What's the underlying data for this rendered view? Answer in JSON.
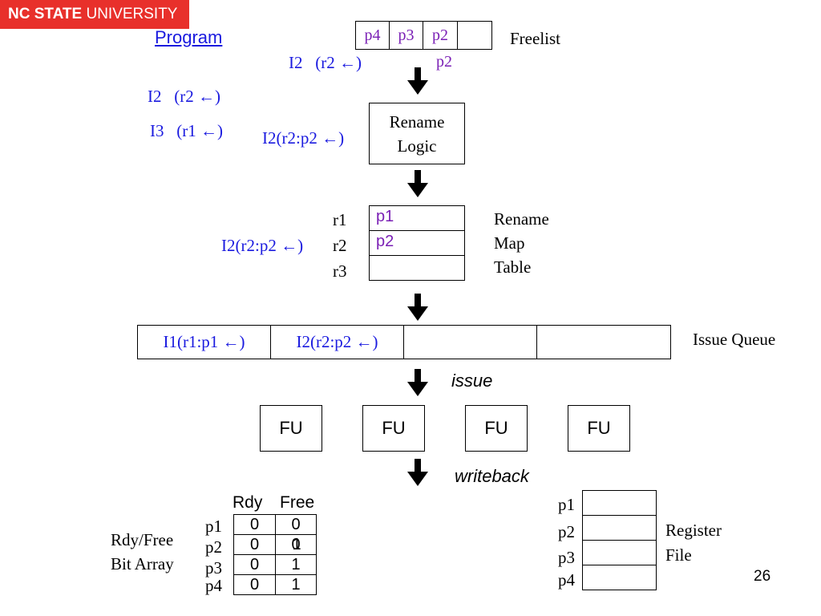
{
  "logo": {
    "bold": "NC STATE",
    "rest": " UNIVERSITY"
  },
  "program": {
    "title": "Program",
    "lines": [
      {
        "id": "I2",
        "text": "(r2 ←)"
      },
      {
        "id": "I3",
        "text": "(r1 ←)"
      }
    ]
  },
  "freelist": {
    "label": "Freelist",
    "cells": [
      "p4",
      "p3",
      "p2",
      ""
    ],
    "pop_label": "p2",
    "incoming": {
      "id": "I2",
      "text": "(r2 ←)"
    }
  },
  "rename_logic": {
    "line1": "Rename",
    "line2": "Logic",
    "input": {
      "id": "I2",
      "text": "(r2:p2 ←)"
    }
  },
  "rename_map": {
    "label_lines": [
      "Rename",
      "Map",
      "Table"
    ],
    "rows": [
      {
        "reg": "r1",
        "value": "p1"
      },
      {
        "reg": "r2",
        "value": "p2"
      },
      {
        "reg": "r3",
        "value": ""
      }
    ],
    "input": {
      "id": "I2",
      "text": "(r2:p2 ←)"
    }
  },
  "issue_queue": {
    "label": "Issue Queue",
    "entries": [
      {
        "id": "I1",
        "text": "(r1:p1 ←)"
      },
      {
        "id": "I2",
        "text": "(r2:p2 ←)"
      },
      {
        "id": "",
        "text": ""
      },
      {
        "id": "",
        "text": ""
      }
    ]
  },
  "issue_label": "issue",
  "fus": [
    "FU",
    "FU",
    "FU",
    "FU"
  ],
  "writeback_label": "writeback",
  "bit_array": {
    "label_lines": [
      "Rdy/Free",
      "Bit Array"
    ],
    "headers": [
      "Rdy",
      "Free"
    ],
    "rows": [
      {
        "reg": "p1",
        "rdy": "0",
        "free": "0"
      },
      {
        "reg": "p2",
        "rdy": "0",
        "free": "0",
        "free_overlay": "1"
      },
      {
        "reg": "p3",
        "rdy": "0",
        "free": "1"
      },
      {
        "reg": "p4",
        "rdy": "0",
        "free": "1"
      }
    ]
  },
  "register_file": {
    "label_lines": [
      "Register",
      "File"
    ],
    "rows": [
      "p1",
      "p2",
      "p3",
      "p4"
    ]
  },
  "page_number": "26",
  "colors": {
    "logo_red": "#e8302b",
    "instr_blue": "#1a1adf",
    "phys_purple": "#7a1fb5"
  }
}
